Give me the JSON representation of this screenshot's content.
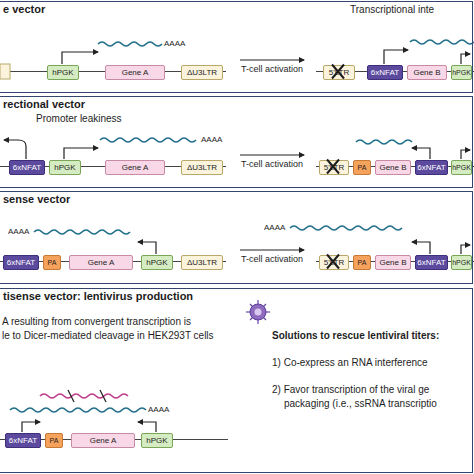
{
  "diagram": {
    "nodes": [
      {
        "text": [
          "e vector"
        ]
      },
      {
        "text": [
          "hPGK"
        ],
        "in": 0
      },
      {
        "text": [
          "Gene A"
        ],
        "in": 0
      },
      {
        "text": [
          "ΔU3LTR"
        ],
        "in": 0
      },
      {
        "text": [
          "5'LTR"
        ],
        "in": 0
      },
      {
        "text": [
          "6xNFAT"
        ],
        "in": 0
      },
      {
        "text": [
          "Gene B"
        ],
        "in": 0
      },
      {
        "text": [
          "hPGK"
        ],
        "in": 0
      },
      {
        "text": [
          "rectional vector"
        ]
      },
      {
        "text": [
          "6xNFAT"
        ],
        "in": 8
      },
      {
        "text": [
          "hPGK"
        ],
        "in": 8
      },
      {
        "text": [
          "Gene A"
        ],
        "in": 8
      },
      {
        "text": [
          "ΔU3LTR"
        ],
        "in": 8
      },
      {
        "text": [
          "5'LTR"
        ],
        "in": 8
      },
      {
        "text": [
          "PA"
        ],
        "in": 8
      },
      {
        "text": [
          "Gene B"
        ],
        "in": 8
      },
      {
        "text": [
          "6xNFAT"
        ],
        "in": 8
      },
      {
        "text": [
          "hPGK"
        ],
        "in": 8
      },
      {
        "text": [
          "sense vector"
        ]
      },
      {
        "text": [
          "6xNFAT"
        ],
        "in": 18
      },
      {
        "text": [
          "PA"
        ],
        "in": 18
      },
      {
        "text": [
          "Gene A"
        ],
        "in": 18
      },
      {
        "text": [
          "hPGK"
        ],
        "in": 18
      },
      {
        "text": [
          "ΔU3LTR"
        ],
        "in": 18
      },
      {
        "text": [
          "5'LTR"
        ],
        "in": 18
      },
      {
        "text": [
          "PA"
        ],
        "in": 18
      },
      {
        "text": [
          "Gene B"
        ],
        "in": 18
      },
      {
        "text": [
          "6xNFAT"
        ],
        "in": 18
      },
      {
        "text": [
          "hPGK"
        ],
        "in": 18
      },
      {
        "text": [
          "tisense vector: lentivirus production"
        ]
      },
      {
        "text": [
          "6xNFAT"
        ],
        "in": 29
      },
      {
        "text": [
          "PA"
        ],
        "in": 29
      },
      {
        "text": [
          "Gene A"
        ],
        "in": 29
      },
      {
        "text": [
          "hPGK"
        ],
        "in": 29
      }
    ],
    "labels": [
      "Transcriptional inte",
      "AAAA",
      "T-cell activation",
      "Promoter leakiness",
      "AAAA",
      "T-cell activation",
      "AAAA",
      "AAAA",
      "T-cell activation",
      "A resulting from convergent transcription is",
      "le to Dicer-mediated cleavage in HEK293T cells",
      "Solutions to rescue lentiviral titers:",
      "1) Co-express an RNA interference",
      "2) Favor transcription of the viral ge",
      "packaging (i.e., ssRNA transcriptio",
      "AAAA"
    ]
  }
}
